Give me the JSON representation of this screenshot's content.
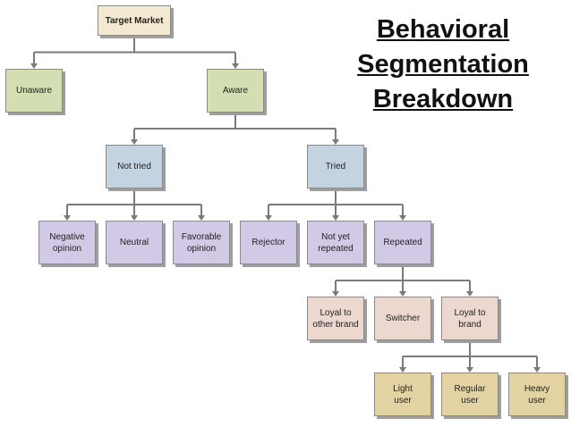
{
  "title": {
    "lines": [
      "Behavioral",
      "Segmentation",
      "Breakdown"
    ]
  },
  "colors": {
    "green": "#d3dfb3",
    "blue": "#c3d3e2",
    "purple": "#d1c9e6",
    "pink": "#ecd8cf",
    "tan": "#e3d3a3",
    "cream": "#f4ead2",
    "connector": "#7a7a7a"
  },
  "nodes": {
    "target_market": "Target Market",
    "unaware": "Unaware",
    "aware": "Aware",
    "not_tried": "Not tried",
    "tried": "Tried",
    "negative_opinion": "Negative\nopinion",
    "neutral": "Neutral",
    "favorable_opinion": "Favorable\nopinion",
    "rejector": "Rejector",
    "not_yet_repeated": "Not yet\nrepeated",
    "repeated": "Repeated",
    "loyal_to_other_brand": "Loyal to\nother brand",
    "switcher": "Switcher",
    "loyal_to_brand": "Loyal to\nbrand",
    "light_user": "Light\nuser",
    "regular_user": "Regular\nuser",
    "heavy_user": "Heavy\nuser"
  }
}
